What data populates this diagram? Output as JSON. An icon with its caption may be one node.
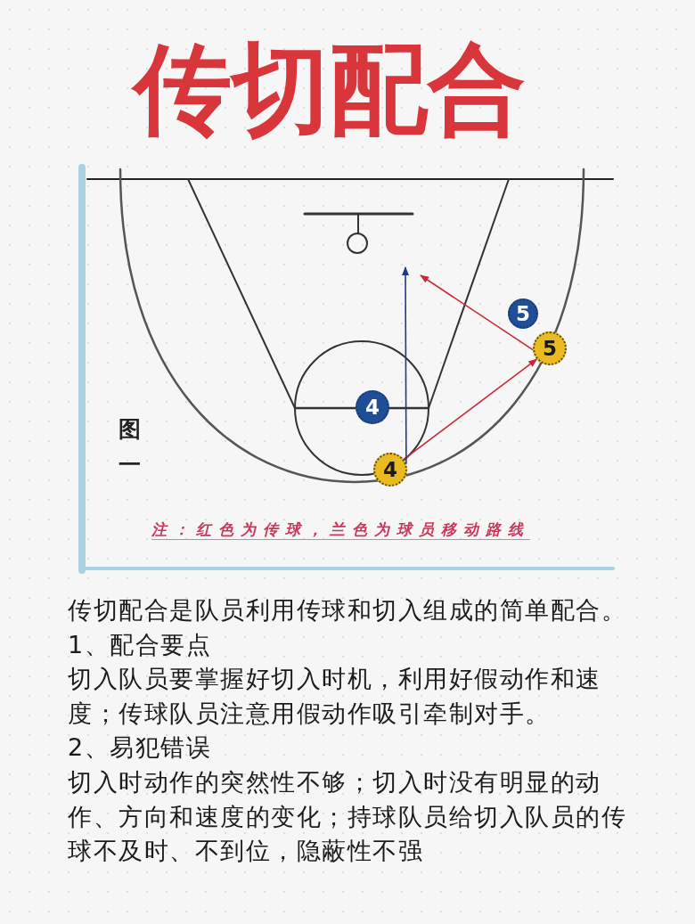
{
  "diagram": {
    "title": "传切配合",
    "nodes": [
      {
        "text": [
          "5"
        ]
      },
      {
        "text": [
          "5"
        ]
      },
      {
        "text": [
          "4"
        ]
      },
      {
        "text": [
          "4"
        ]
      }
    ],
    "edges": [
      {
        "from": 3,
        "to": 1,
        "arrow": "to"
      },
      {
        "from": 3,
        "to": null,
        "arrow": "to",
        "color": "#1f3a8c"
      },
      {
        "from": 1,
        "to": null,
        "arrow": "to"
      }
    ],
    "labels": [
      "图一",
      "注：红色为传球，兰色为球员移动路线",
      "传切配合是队员利用传球和切入组成的简单配合。",
      "1、配合要点",
      "切入队员要掌握好切入时机，利用好假动作和速度；传球队员注意用假动作吸引牵制对手。",
      "2、易犯错误",
      "切入时动作的突然性不够；切入时没有明显的动作、方向和速度的变化；持球队员给切入队员的传球不及时、不到位，隐蔽性不强"
    ]
  }
}
